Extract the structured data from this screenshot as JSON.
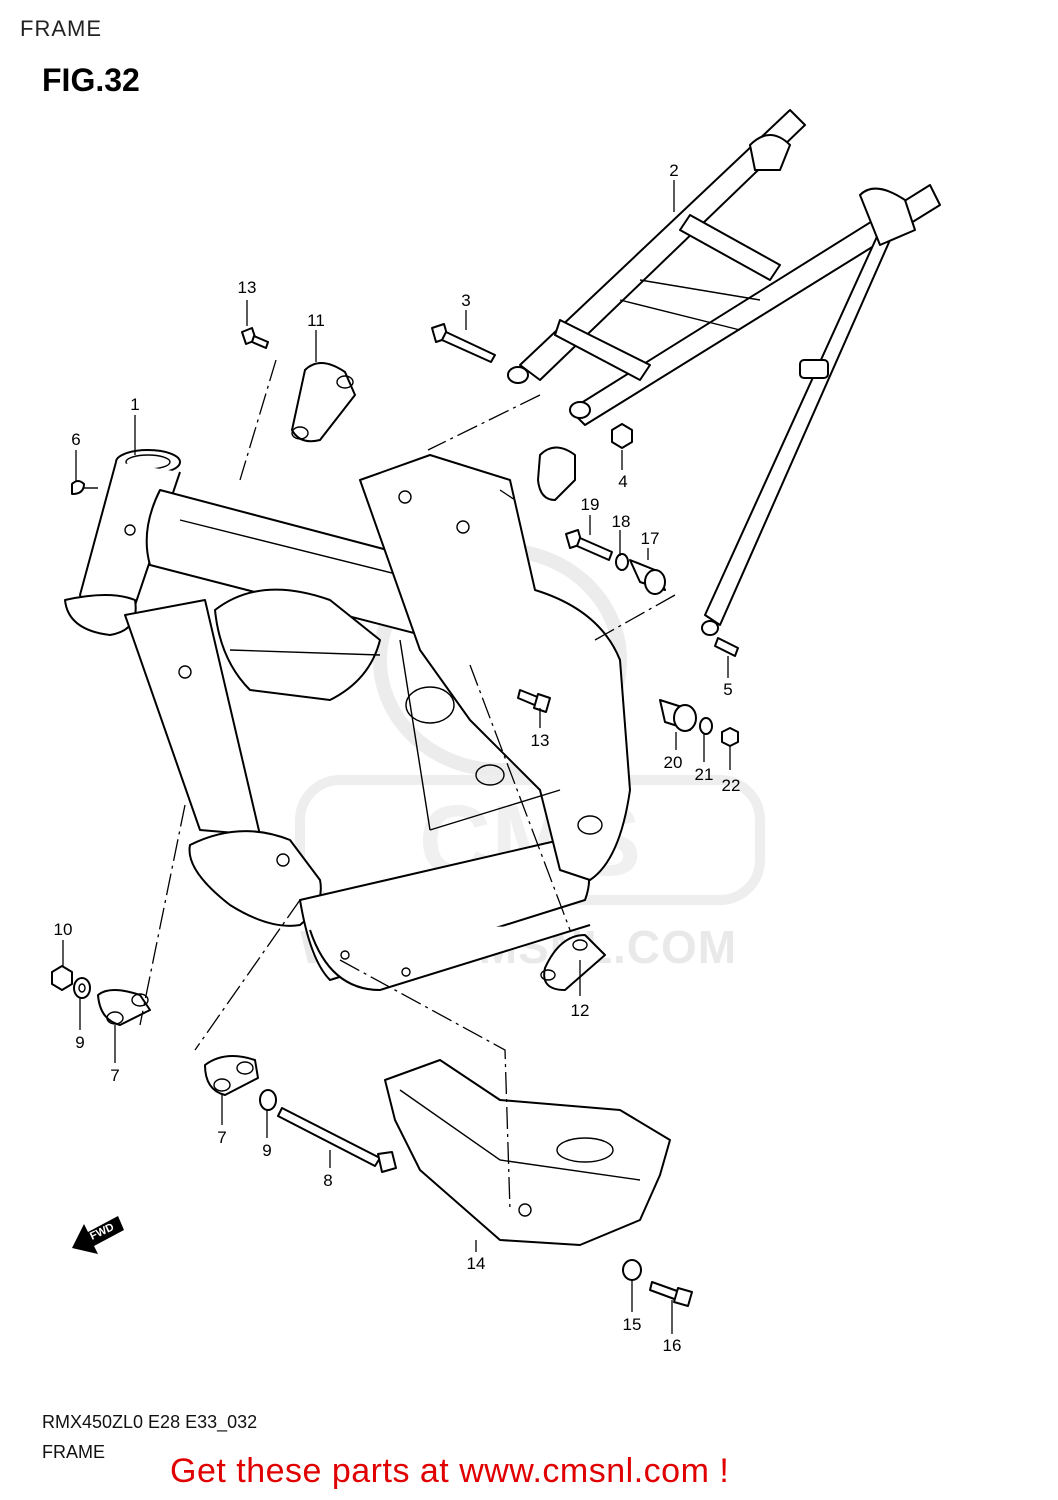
{
  "header": {
    "section_title": "FRAME",
    "figure_label": "FIG.32"
  },
  "watermark": {
    "text": "WWW.CMSNL.COM",
    "logo_text": "CMS"
  },
  "footer": {
    "model_code": "RMX450ZL0 E28 E33_032",
    "caption": "FRAME",
    "promo": "Get these parts at www.cmsnl.com !"
  },
  "fwd_badge": "FWD",
  "callouts": [
    {
      "id": "1",
      "label": "1"
    },
    {
      "id": "2",
      "label": "2"
    },
    {
      "id": "3",
      "label": "3"
    },
    {
      "id": "4",
      "label": "4"
    },
    {
      "id": "5",
      "label": "5"
    },
    {
      "id": "6",
      "label": "6"
    },
    {
      "id": "7a",
      "label": "7"
    },
    {
      "id": "7b",
      "label": "7"
    },
    {
      "id": "8",
      "label": "8"
    },
    {
      "id": "9a",
      "label": "9"
    },
    {
      "id": "9b",
      "label": "9"
    },
    {
      "id": "10",
      "label": "10"
    },
    {
      "id": "11",
      "label": "11"
    },
    {
      "id": "12",
      "label": "12"
    },
    {
      "id": "13a",
      "label": "13"
    },
    {
      "id": "13b",
      "label": "13"
    },
    {
      "id": "14",
      "label": "14"
    },
    {
      "id": "15",
      "label": "15"
    },
    {
      "id": "16",
      "label": "16"
    },
    {
      "id": "17",
      "label": "17"
    },
    {
      "id": "18",
      "label": "18"
    },
    {
      "id": "19",
      "label": "19"
    },
    {
      "id": "20",
      "label": "20"
    },
    {
      "id": "21",
      "label": "21"
    },
    {
      "id": "22",
      "label": "22"
    }
  ],
  "colors": {
    "promo": "#e00000",
    "watermark": "#e9e9e9",
    "line": "#000000"
  }
}
